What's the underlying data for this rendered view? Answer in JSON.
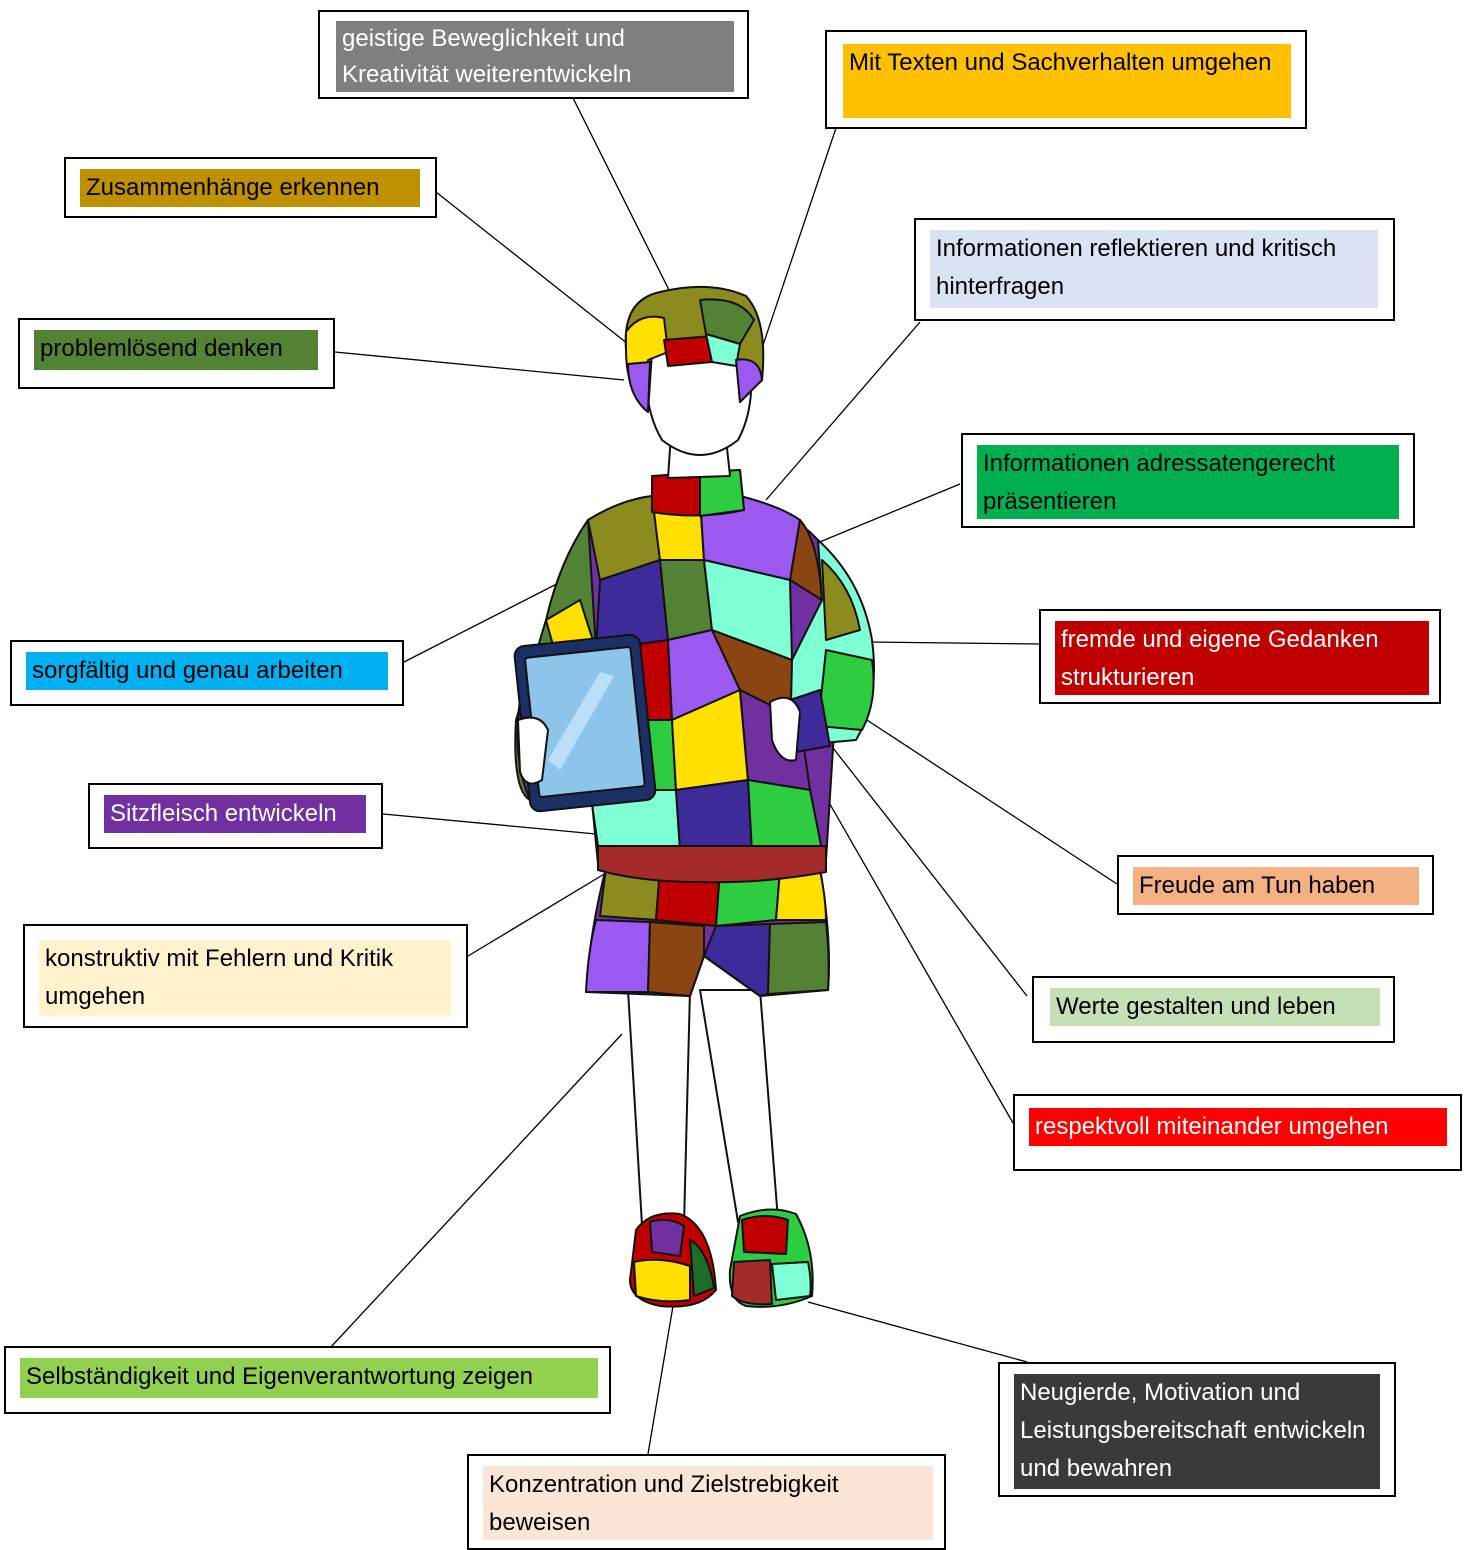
{
  "labels": {
    "geistige": "geistige Beweglichkeit und Kreativität weiterentwickeln",
    "texte": "Mit Texten und Sachverhalten umgehen",
    "zusammen": "Zusammenhänge erkennen",
    "reflektieren": "Informationen reflektieren und kritisch hinterfragen",
    "problem": "problemlösend denken",
    "praesentieren": "Informationen adressatengerecht präsentieren",
    "sorgfalt": "sorgfältig und genau arbeiten",
    "fremde": "fremde und eigene Gedanken strukturieren",
    "sitz": "Sitzfleisch entwickeln",
    "freude": "Freude am Tun haben",
    "konstruktiv": "konstruktiv mit Fehlern und Kritik umgehen",
    "werte": "Werte gestalten und leben",
    "respekt": "respektvoll miteinander umgehen",
    "selbst": "Selbständigkeit und Eigenverantwortung zeigen",
    "neugierde": "Neugierde, Motivation und Leistungsbereitschaft entwickeln und bewahren",
    "konzentration": "Konzentration und Zielstrebigkeit beweisen"
  },
  "colors": {
    "geistige": "#7f7f7f",
    "texte": "#ffc000",
    "zusammen": "#bf9000",
    "reflektieren": "#dae3f3",
    "problem": "#548235",
    "praesentieren": "#00b050",
    "sorgfalt": "#00b0f0",
    "fremde": "#c00000",
    "sitz": "#7030a0",
    "freude": "#f4b183",
    "konstruktiv": "#fff2cc",
    "werte": "#c5e0b4",
    "respekt": "#ff0000",
    "selbst": "#92d050",
    "neugierde": "#3a3a3a",
    "konzentration": "#fbe5d6",
    "puzzle": [
      "#7030a0",
      "#c00000",
      "#548235",
      "#ffe000",
      "#7fffd4",
      "#8b4513",
      "#9b59f0",
      "#3f2a9a",
      "#2ecc40",
      "#8b8b1f",
      "#a52a2a",
      "#1e6b2a"
    ]
  }
}
